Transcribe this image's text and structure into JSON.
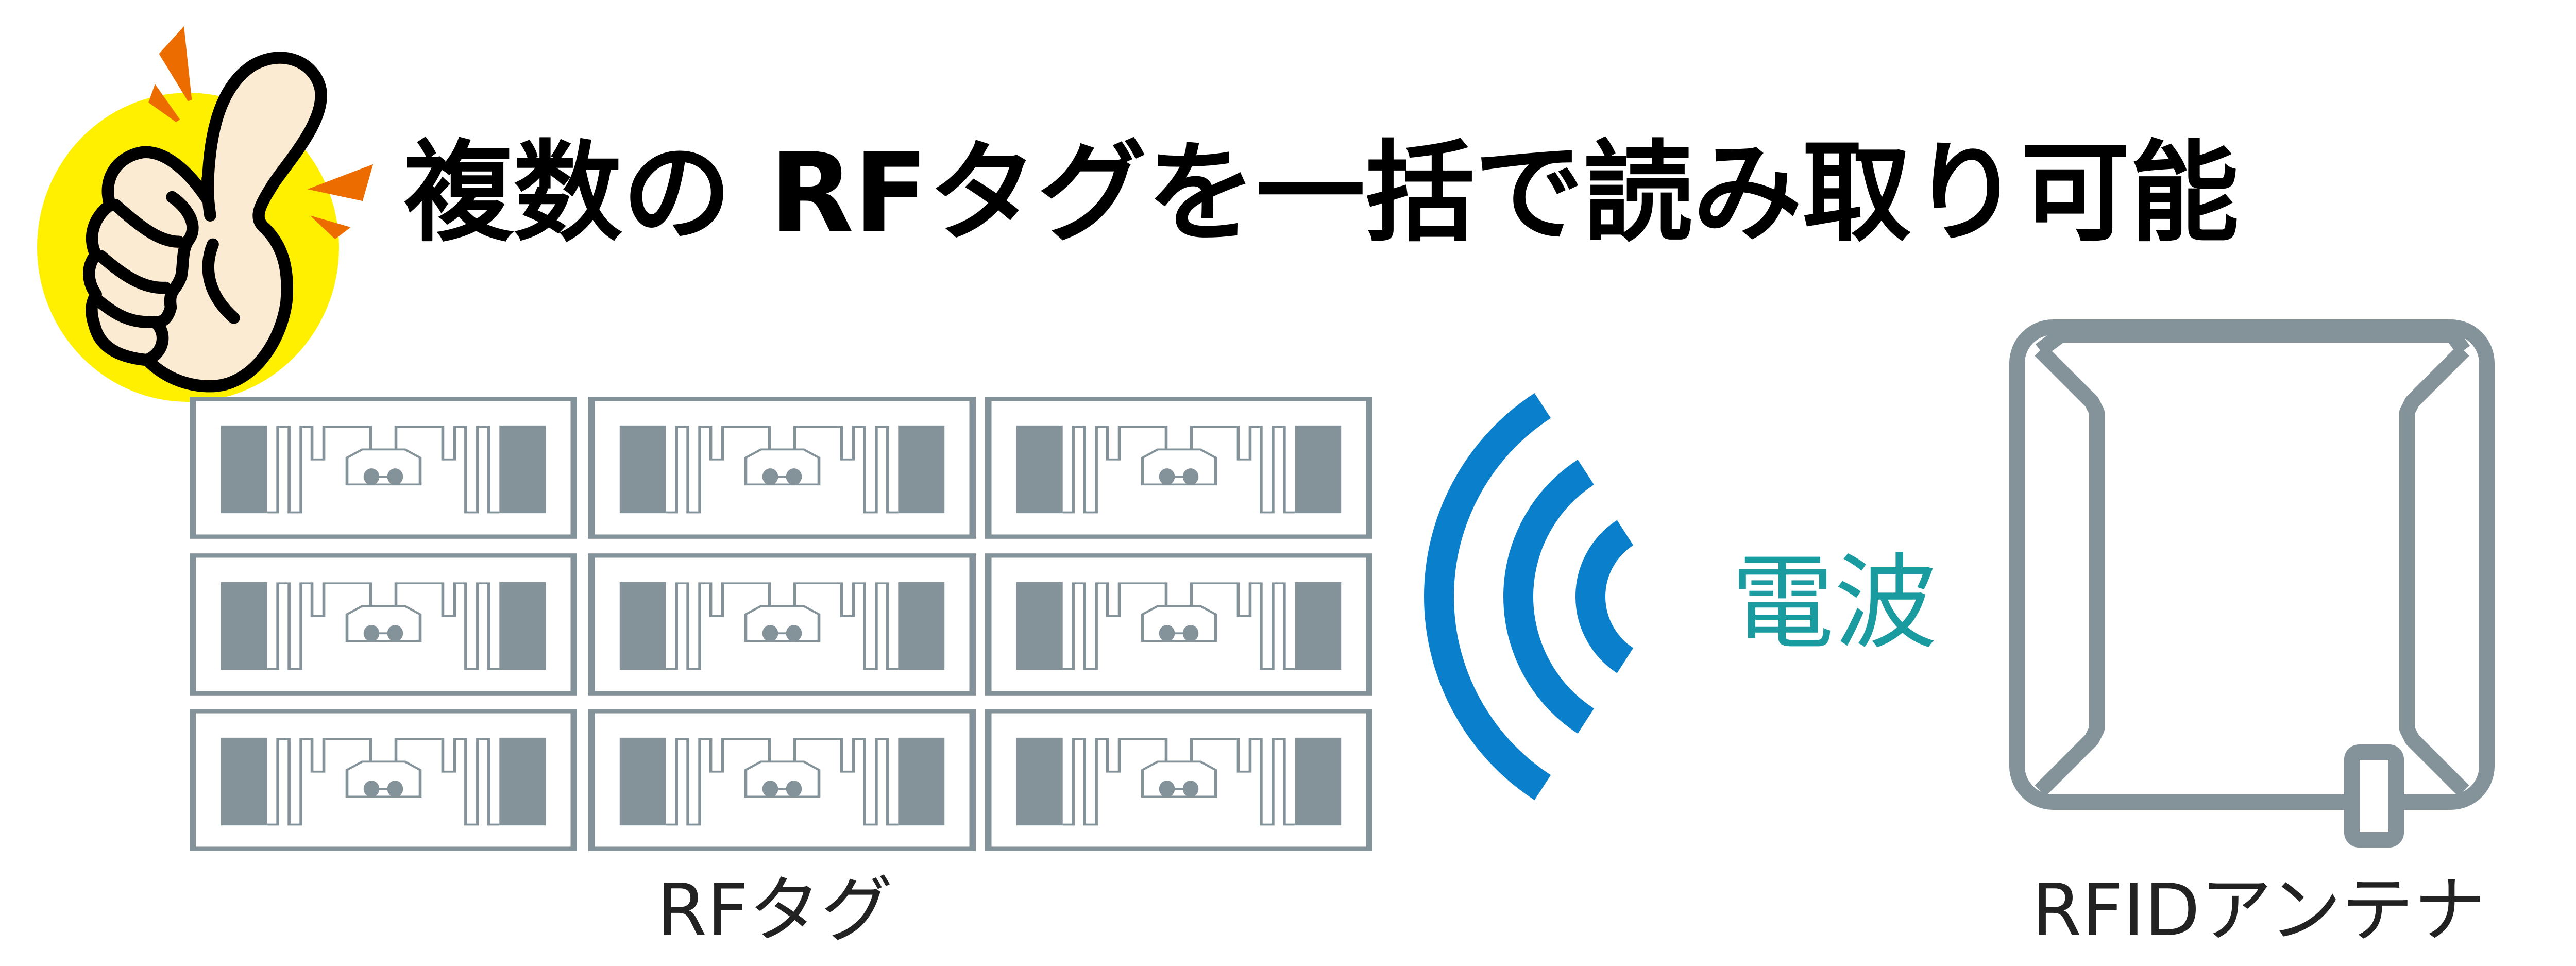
{
  "title": "複数の RFタグを一括で読み取り可能",
  "wave_label": "電波",
  "tags_label": "RFタグ",
  "antenna_label": "RFIDアンテナ",
  "tag_count": 9,
  "colors": {
    "gray": "#84939a",
    "wave_blue": "#0a7fcc",
    "wave_text": "#1a9ba0",
    "circle_yellow": "#fff000",
    "skin": "#fcebd3",
    "spark_orange": "#ec6c00"
  }
}
